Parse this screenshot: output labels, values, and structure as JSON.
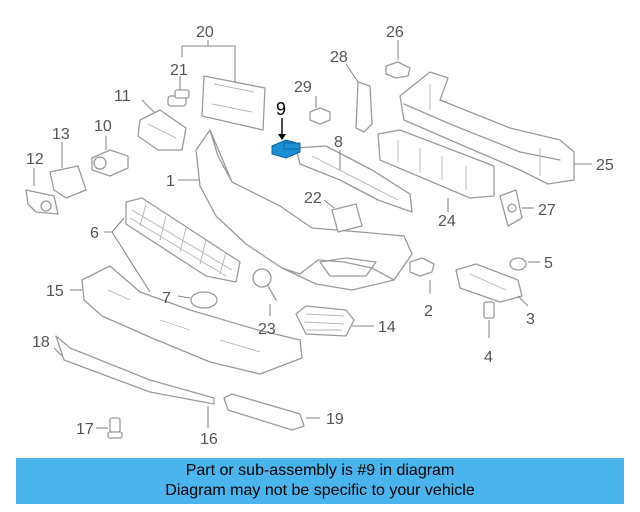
{
  "diagram": {
    "highlight_label": "9",
    "highlight_color": "#1a8fd6",
    "callouts": {
      "c1": "1",
      "c2": "2",
      "c3": "3",
      "c4": "4",
      "c5": "5",
      "c6": "6",
      "c7": "7",
      "c8": "8",
      "c10": "10",
      "c11": "11",
      "c12": "12",
      "c13": "13",
      "c14": "14",
      "c15": "15",
      "c16": "16",
      "c17": "17",
      "c18": "18",
      "c19": "19",
      "c20": "20",
      "c21": "21",
      "c22": "22",
      "c23": "23",
      "c24": "24",
      "c25": "25",
      "c26": "26",
      "c27": "27",
      "c28": "28",
      "c29": "29"
    }
  },
  "banner": {
    "line1": "Part or sub-assembly is #9 in diagram",
    "line2": "Diagram may not be specific to your vehicle",
    "background": "#4ab4ec"
  }
}
